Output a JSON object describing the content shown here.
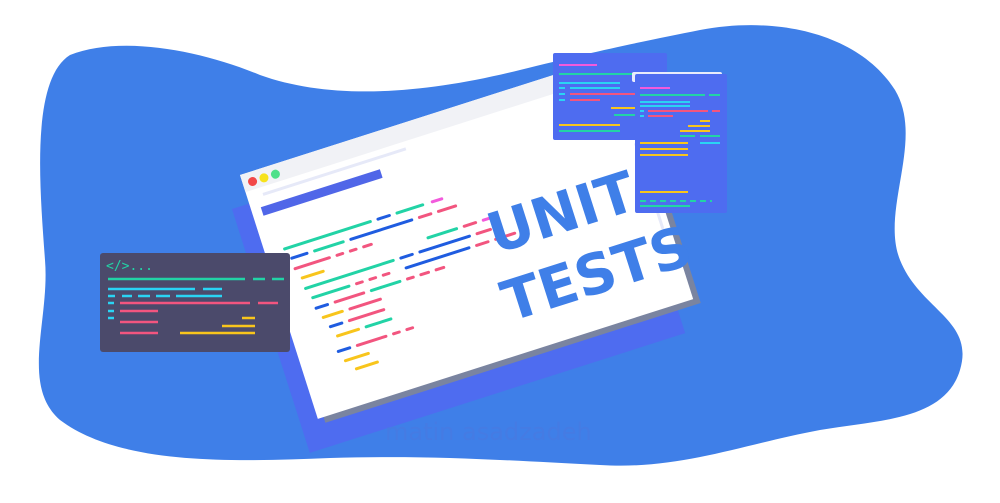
{
  "illustration": {
    "headline_line1": "UNIT",
    "headline_line2": "TESTS",
    "code_tag": "</>...",
    "watermark": "matin asadzadeh"
  },
  "colors": {
    "blob": "#3f7fe8",
    "window_shadow": "#4e6cf0",
    "headline": "#3f7fe8",
    "dark_panel": "#4b4a6b",
    "blue_panel": "#4e6cf0",
    "teal": "#22d3a6",
    "pink": "#f2557f",
    "blue_code": "#1f5ce0",
    "yellow": "#f8c51c",
    "magenta": "#f25adc",
    "cyan": "#2ad4f4"
  }
}
